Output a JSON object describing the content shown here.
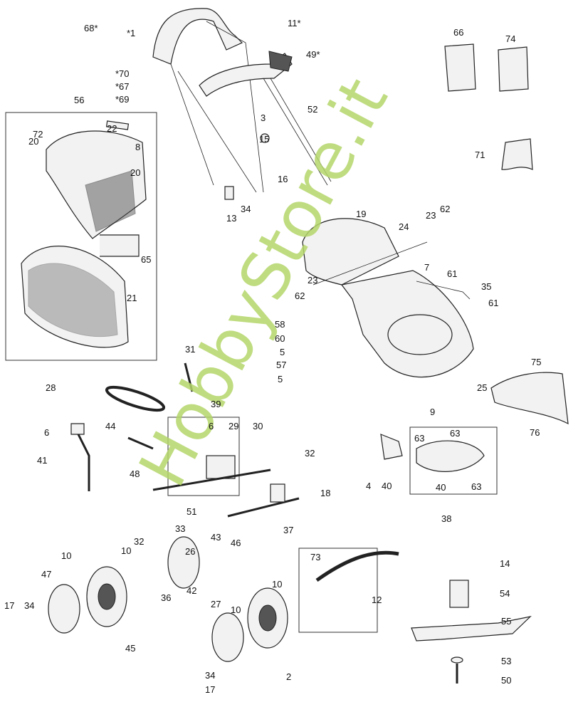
{
  "title": "Lawn mower exploded parts diagram",
  "watermark": "HobbyStore.it",
  "colors": {
    "watermark": "#b5d66a",
    "line": "#222222"
  },
  "labels": [
    "68*",
    "*1",
    "11*",
    "49*",
    "*70",
    "*67",
    "*69",
    "52",
    "3",
    "15",
    "16",
    "13",
    "34",
    "66",
    "74",
    "71",
    "56",
    "22",
    "72",
    "20",
    "8",
    "20",
    "65",
    "21",
    "19",
    "24",
    "23",
    "62",
    "7",
    "61",
    "35",
    "61",
    "23",
    "62",
    "58",
    "60",
    "5",
    "57",
    "5",
    "25",
    "75",
    "76",
    "31",
    "28",
    "39",
    "6",
    "29",
    "30",
    "44",
    "6",
    "41",
    "48",
    "9",
    "63",
    "63",
    "63",
    "4",
    "40",
    "40",
    "32",
    "18",
    "38",
    "51",
    "33",
    "43",
    "46",
    "37",
    "73",
    "12",
    "14",
    "54",
    "55",
    "53",
    "50",
    "32",
    "10",
    "10",
    "47",
    "36",
    "42",
    "26",
    "17",
    "34",
    "45",
    "27",
    "10",
    "10",
    "34",
    "17",
    "2"
  ]
}
